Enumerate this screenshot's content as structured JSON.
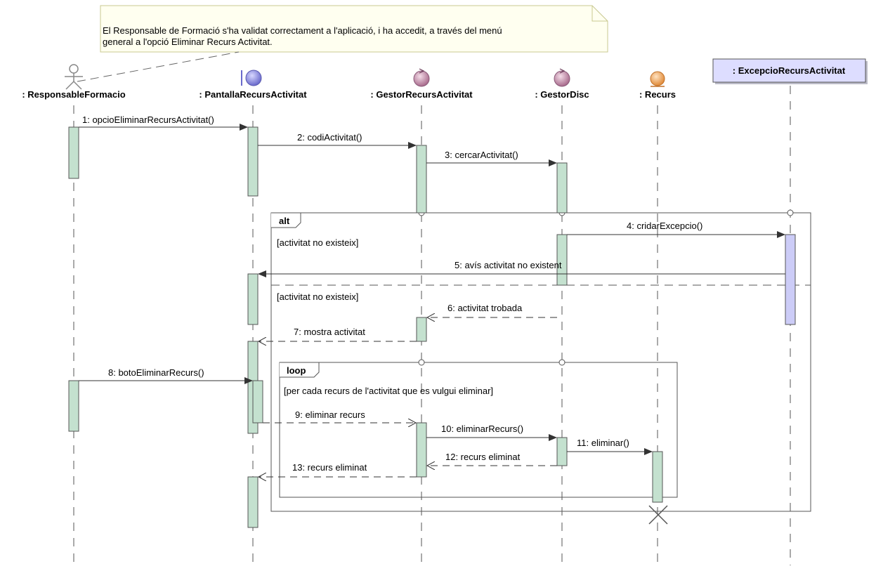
{
  "note": {
    "line1": "El Responsable de Formació s'ha validat correctament a l'aplicació, i ha accedit, a través del menú",
    "line2": "general a l'opció Eliminar Recurs Activitat."
  },
  "lifelines": {
    "responsable": ": ResponsableFormacio",
    "pantalla": ": PantallaRecursActivitat",
    "gestor": ": GestorRecursActivitat",
    "disc": ": GestorDisc",
    "recurs": ": Recurs",
    "excepcio": ": ExcepcioRecursActivitat"
  },
  "messages": {
    "m1": "1: opcioEliminarRecursActivitat()",
    "m2": "2: codiActivitat()",
    "m3": "3: cercarActivitat()",
    "m4": "4: cridarExcepcio()",
    "m5": "5: avís activitat no existent",
    "m6": "6: activitat trobada",
    "m7": "7: mostra activitat",
    "m8": "8: botoEliminarRecurs()",
    "m9": "9: eliminar recurs",
    "m10": "10: eliminarRecurs()",
    "m11": "11: eliminar()",
    "m12": "12: recurs eliminat",
    "m13": "13: recurs eliminat"
  },
  "fragments": {
    "alt": {
      "title": "alt",
      "guard1": "[activitat no existeix]",
      "guard2": "[activitat no existeix]"
    },
    "loop": {
      "title": "loop",
      "guard": "[per cada recurs de l'activitat que es vulgui eliminar]"
    }
  },
  "colors": {
    "activation": "#c4e1cf",
    "activation_exception": "#ccccf7",
    "boundary": "#8a8ad6",
    "control": "#c48aa8",
    "entity": "#f0a860",
    "note_fill": "#fffff0",
    "exception_header": "#ddddff"
  }
}
